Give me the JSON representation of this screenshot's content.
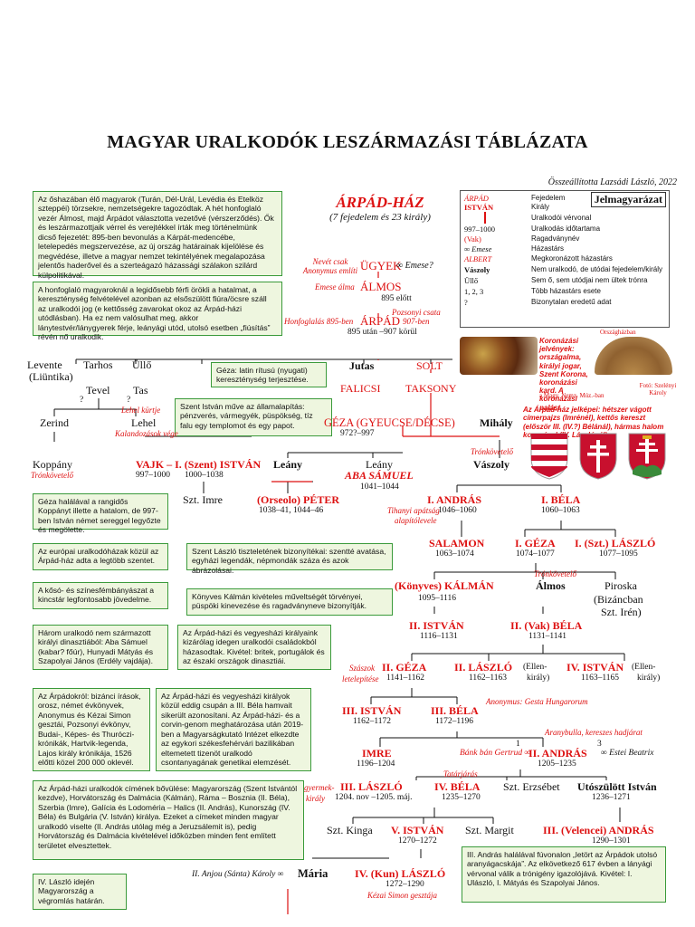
{
  "title": "MAGYAR URALKODÓK LESZÁRMAZÁSI TÁBLÁZATA",
  "credit": "Összeállította Lazsádi László, 2022",
  "house": {
    "name": "ÁRPÁD-HÁZ",
    "subtitle": "(7 fejedelem és 23 király)"
  },
  "legend": {
    "title": "Jelmagyarázat",
    "rows": [
      {
        "key": "ÁRPÁD",
        "value": "Fejedelem"
      },
      {
        "key": "ISTVÁN",
        "value": "Király"
      },
      {
        "key": "",
        "value": "Uralkodói vérvonal"
      },
      {
        "key": "997–1000",
        "value": "Uralkodás időtartama"
      },
      {
        "key": "(Vak)",
        "value": "Ragadványnév"
      },
      {
        "key": "∞ Emese",
        "value": "Házastárs"
      },
      {
        "key": "ALBERT",
        "value": "Megkoronázott házastárs"
      },
      {
        "key": "Vászoly",
        "value": "Nem uralkodó, de utódai fejedelem/király"
      },
      {
        "key": "Üllő",
        "value": "Sem ő, sem utódjai nem ültek trónra"
      },
      {
        "key": "1, 2, 3",
        "value": "Több házastárs esete"
      },
      {
        "key": "?",
        "value": "Bizonytalan eredetű adat"
      }
    ]
  },
  "boxes": {
    "b1": "Az őshazában élő magyarok (Turán, Dél-Urál, Levédia és Etelköz szteppéi) törzsekre, nemzetségekre tagozódtak. A hét honfoglaló vezér Álmost, majd Árpádot választotta vezetővé (vérszerződés). Ők és leszármazottjaik vérrel és verejtékkel írták meg történelmünk dicső fejezetét: 895-ben bevonulás a Kárpát-medencébe, letelepedés megszervezése, az új ország határainak kijelölése és megvédése, illetve a magyar nemzet tekintélyének megalapozása jelentős haderővel és a szerteágazó házassági szálakon szilárd külpolitikával.",
    "b2": "A honfoglaló magyaroknál a legidősebb férfi örökli a hatalmat, a kereszténység felvételével azonban az elsőszülött fiúra/öcsre száll az uralkodói jog (e kettősség zavarokat okoz az Árpád-házi utódlásban). Ha ez nem valósulhat meg, akkor lánytestvér/lánygyerek férje, leányági utód, utolsó esetben „fiúsítás” révén nő uralkodik.",
    "b3": "Géza: latin rítusú (nyugati) kereszténység terjesztése.",
    "b4": "Szent István műve az államalapítás: pénzverés, vármegyék, püspökség, tíz falu egy templomot és egy papot.",
    "b5": "Géza halálával a rangidős Koppányt illette a hatalom, de 997-ben István német sereggel legyőzte és megölette.",
    "b6": "Az európai uralkodóházak közül az Árpád-ház adta a legtöbb szentet.",
    "b7": "Szent László tiszteletének bizonyítékai: szentté avatása, egyházi legendák, népmondák száza és azok ábrázolásai.",
    "b8": "A kősó- és színesfémbányászat a kincstár legfontosabb jövedelme.",
    "b9": "Könyves Kálmán kivételes műveltségét törvényei, püspöki kinevezése és ragadványneve bizonyítják.",
    "b10": "Három uralkodó nem származott királyi dinasztiából: Aba Sámuel (kabar? főúr), Hunyadi Mátyás és Szapolyai János (Erdély vajdája).",
    "b11": "Az Árpád-házi és vegyesházi királyaink kizárólag idegen uralkodói családokból házasodtak. Kivétel: britek, portugálok és az északi országok dinasztiái.",
    "b12": "Az Árpádokról: bizánci írások, orosz, német évkönyvek, Anonymus és Kézai Simon gesztái, Pozsonyi évkönyv, Budai-, Képes- és Thuróczi-krónikák, Hartvik-legenda, Lajos király krónikája, 1526 előtti közel 200 000 oklevél.",
    "b13": "Az Árpád-házi és vegyesházi királyok közül eddig csupán a III. Béla hamvait sikerült azonosítani. Az Árpád-házi- és a corvin-genom meghatározása után 2019-ben a Magyarságkutató Intézet elkezdte az egykori székesfehérvári bazilikában eltemetett tizenöt uralkodó csontanyagának genetikai elemzését.",
    "b14": "Az Árpád-házi uralkodók címének bővülése: Magyarország (Szent Istvántól kezdve), Horvátország és Dalmácia (Kálmán), Ráma – Bosznia (II. Béla), Szerbia (Imre), Galícia és Lodoméria – Halics (II. András), Kunország (IV. Béla) és Bulgária (V. István) királya. Ezeket a címeket minden magyar uralkodó viselte (II. András utólag még a Jeruzsálemit is), pedig Horvátország és Dalmácia kivételével időközben minden fent említett területet elvesztettek.",
    "b15": "IV. László idején Magyarország a végromlás határán.",
    "b16": "III. András halálával fúvonalon „letört az Árpádok utolsó aranyágacskája”. Az elkövetkező 617 évben a lányági vérvonal válik a trónigény igazolójává. Kivétel: I. Ulászló, I. Mátyás és Szapolyai János."
  },
  "insignia": {
    "caption": "Koronázási jelvények: országalma, királyi jogar, Szent Korona, koronázási kard. A koronázási palást",
    "museum": "a Magy. Nemz. Múz.-ban",
    "house_label": "Országházban",
    "photo_credit": "Fotó: Szelényi Károly"
  },
  "coat": {
    "caption": "Az Árpád-ház jelképei: hétszer vágott címerpajzs (Imrénél), kettős kereszt (először III. (IV.?) Bélánál), hármas halom koronával (IV. Lászlónál)."
  },
  "nodes": {
    "ugyek": "ÜGYEK",
    "ugyek_spouse": "∞ Emese?",
    "ugyek_note": "Nevét csak Anonymus említi",
    "almos": "ÁLMOS",
    "almos_note": "Emese álma",
    "almos_date": "895 előtt",
    "arpad": "ÁRPÁD",
    "arpad_note1": "Pozsonyi csata",
    "arpad_note2": "907-ben",
    "arpad_note3": "Honfoglalás 895-ben",
    "arpad_date": "895 után –907 körül",
    "levente": "Levente",
    "liuntika": "(Liüntika)",
    "tarhos": "Tarhos",
    "ullo": "Üllő",
    "jutas": "Jutas",
    "solt": "SOLT",
    "tevel": "Tevel",
    "tas": "Tas",
    "falicsi": "FALICSI",
    "taksony": "TAKSONY",
    "q1": "?",
    "q2": "?",
    "zerind": "Zerind",
    "lehel": "Lehel",
    "lehel_note1": "Lehel kürtje",
    "lehel_note2": "Kalandozások vége",
    "geza": "GÉZA (GYEUCSE/DÉCSE)",
    "geza_date": "972?–997",
    "mihaly": "Mihály",
    "koppany": "Koppány",
    "koppany_note": "Trónkövetelő",
    "vajk": "VAJK – I. (Szent) ISTVÁN",
    "vajk_date1": "997–1000",
    "vajk_date2": "1000–1038",
    "leany1": "Leány",
    "leany2": "Leány",
    "aba": "ABA SÁMUEL",
    "aba_date": "1041–1044",
    "vaszoly": "Vászoly",
    "vaszoly_note": "Trónkövetelő",
    "imre_szt": "Szt. Imre",
    "peter": "(Orseolo) PÉTER",
    "peter_date": "1038–41, 1044–46",
    "andras1": "I. ANDRÁS",
    "andras1_note1": "Tihanyi apátság",
    "andras1_note2": "alapítólevele",
    "andras1_date": "1046–1060",
    "bela1": "I. BÉLA",
    "bela1_date": "1060–1063",
    "salamon": "SALAMON",
    "salamon_date": "1063–1074",
    "geza1": "I. GÉZA",
    "geza1_date": "1074–1077",
    "laszlo1": "I. (Szt.) LÁSZLÓ",
    "laszlo1_date": "1077–1095",
    "kalman": "(Könyves) KÁLMÁN",
    "kalman_date": "1095–1116",
    "almos2": "Álmos",
    "almos2_note": "Trónkövetelő",
    "piroska": "Piroska",
    "piroska2": "(Bizáncban",
    "piroska3": "Szt. Irén)",
    "istvan2": "II. ISTVÁN",
    "istvan2_date": "1116–1131",
    "bela2": "II. (Vak) BÉLA",
    "bela2_date": "1131–1141",
    "geza2": "II. GÉZA",
    "geza2_note1": "Szászok",
    "geza2_note2": "letelepítése",
    "geza2_date": "1141–1162",
    "laszlo2": "II. LÁSZLÓ",
    "laszlo2_extra": "(Ellen-",
    "laszlo2_extra2": "király)",
    "laszlo2_date": "1162–1163",
    "istvan4": "IV. ISTVÁN",
    "istvan4_extra": "(Ellen-",
    "istvan4_extra2": "király)",
    "istvan4_date": "1163–1165",
    "istvan3": "III. ISTVÁN",
    "istvan3_date": "1162–1172",
    "bela3": "III. BÉLA",
    "bela3_note": "Anonymus: Gesta Hungarorum",
    "bela3_date": "1172–1196",
    "aranybulla": "Aranybulla, kereszes hadjárat",
    "imre": "IMRE",
    "imre_date": "1196–1204",
    "gertrud": "Bánk bán Gertrud ∞",
    "andras2": "II. ANDRÁS",
    "andras2_date": "1205–1235",
    "num1": "1",
    "num3": "3",
    "beatrix": "∞ Estei Beatrix",
    "laszlo3": "III. LÁSZLÓ",
    "laszlo3_note1": "gyermek-",
    "laszlo3_note2": "király",
    "laszlo3_date": "1204. nov –1205. máj.",
    "tatarjaras": "Tatárjárás",
    "bela4": "IV. BÉLA",
    "bela4_date": "1235–1270",
    "erzsebet": "Szt. Erzsébet",
    "utoszulott": "Utószülött István",
    "utoszulott_date": "1236–1271",
    "kinga": "Szt. Kinga",
    "istvan5": "V. ISTVÁN",
    "istvan5_date": "1270–1272",
    "margit": "Szt. Margit",
    "andras3": "III. (Velencei) ANDRÁS",
    "andras3_date": "1290–1301",
    "karoly": "II. Anjou (Sánta) Károly ∞",
    "maria": "Mária",
    "laszlo4": "IV. (Kun) LÁSZLÓ",
    "laszlo4_date": "1272–1290",
    "laszlo4_note": "Kézai Simon gesztája"
  },
  "colors": {
    "red": "#d11111",
    "box_border": "#3a9a3a",
    "box_fill": "#eef6df"
  }
}
